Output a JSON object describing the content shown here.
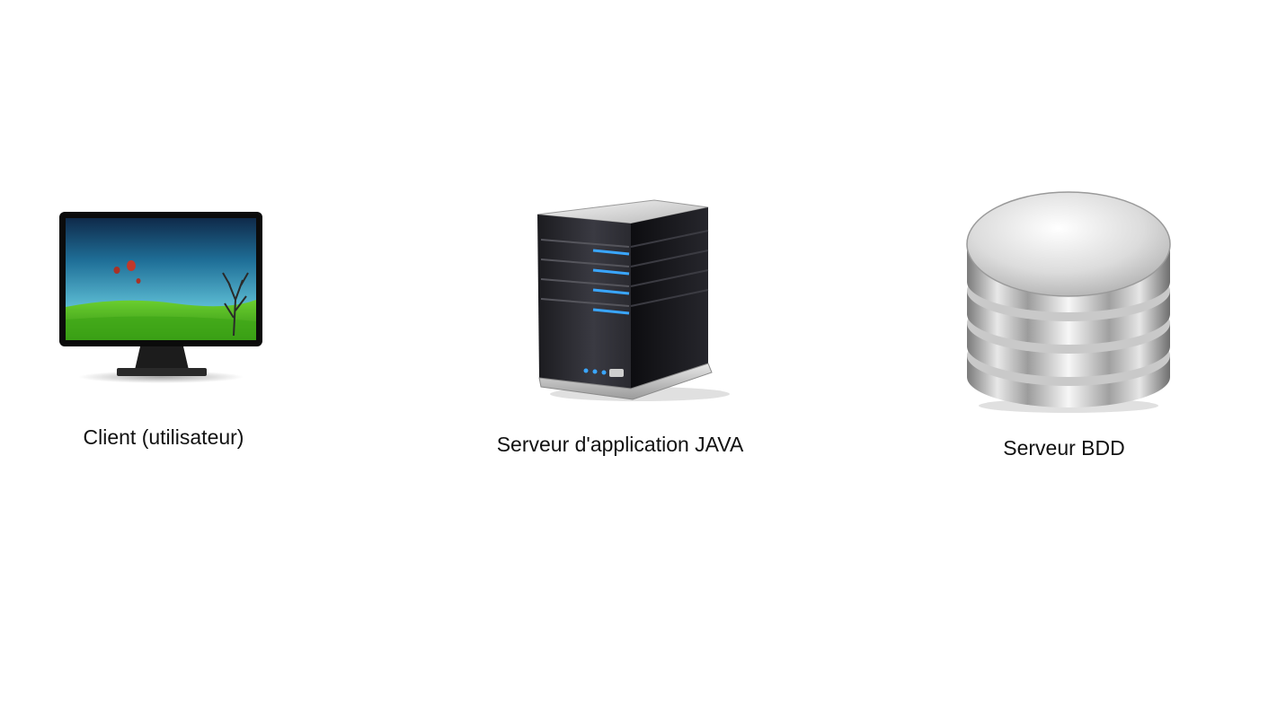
{
  "nodes": [
    {
      "id": "client",
      "label": "Client (utilisateur)",
      "icon": "monitor-icon"
    },
    {
      "id": "app-server",
      "label": "Serveur d'application JAVA",
      "icon": "server-tower-icon"
    },
    {
      "id": "db-server",
      "label": "Serveur BDD",
      "icon": "database-icon"
    }
  ],
  "colors": {
    "background": "#ffffff",
    "text": "#111111",
    "server_led": "#3aa6ff",
    "screen_grass": "#4fb623",
    "screen_sky": "#3fa8c7"
  }
}
